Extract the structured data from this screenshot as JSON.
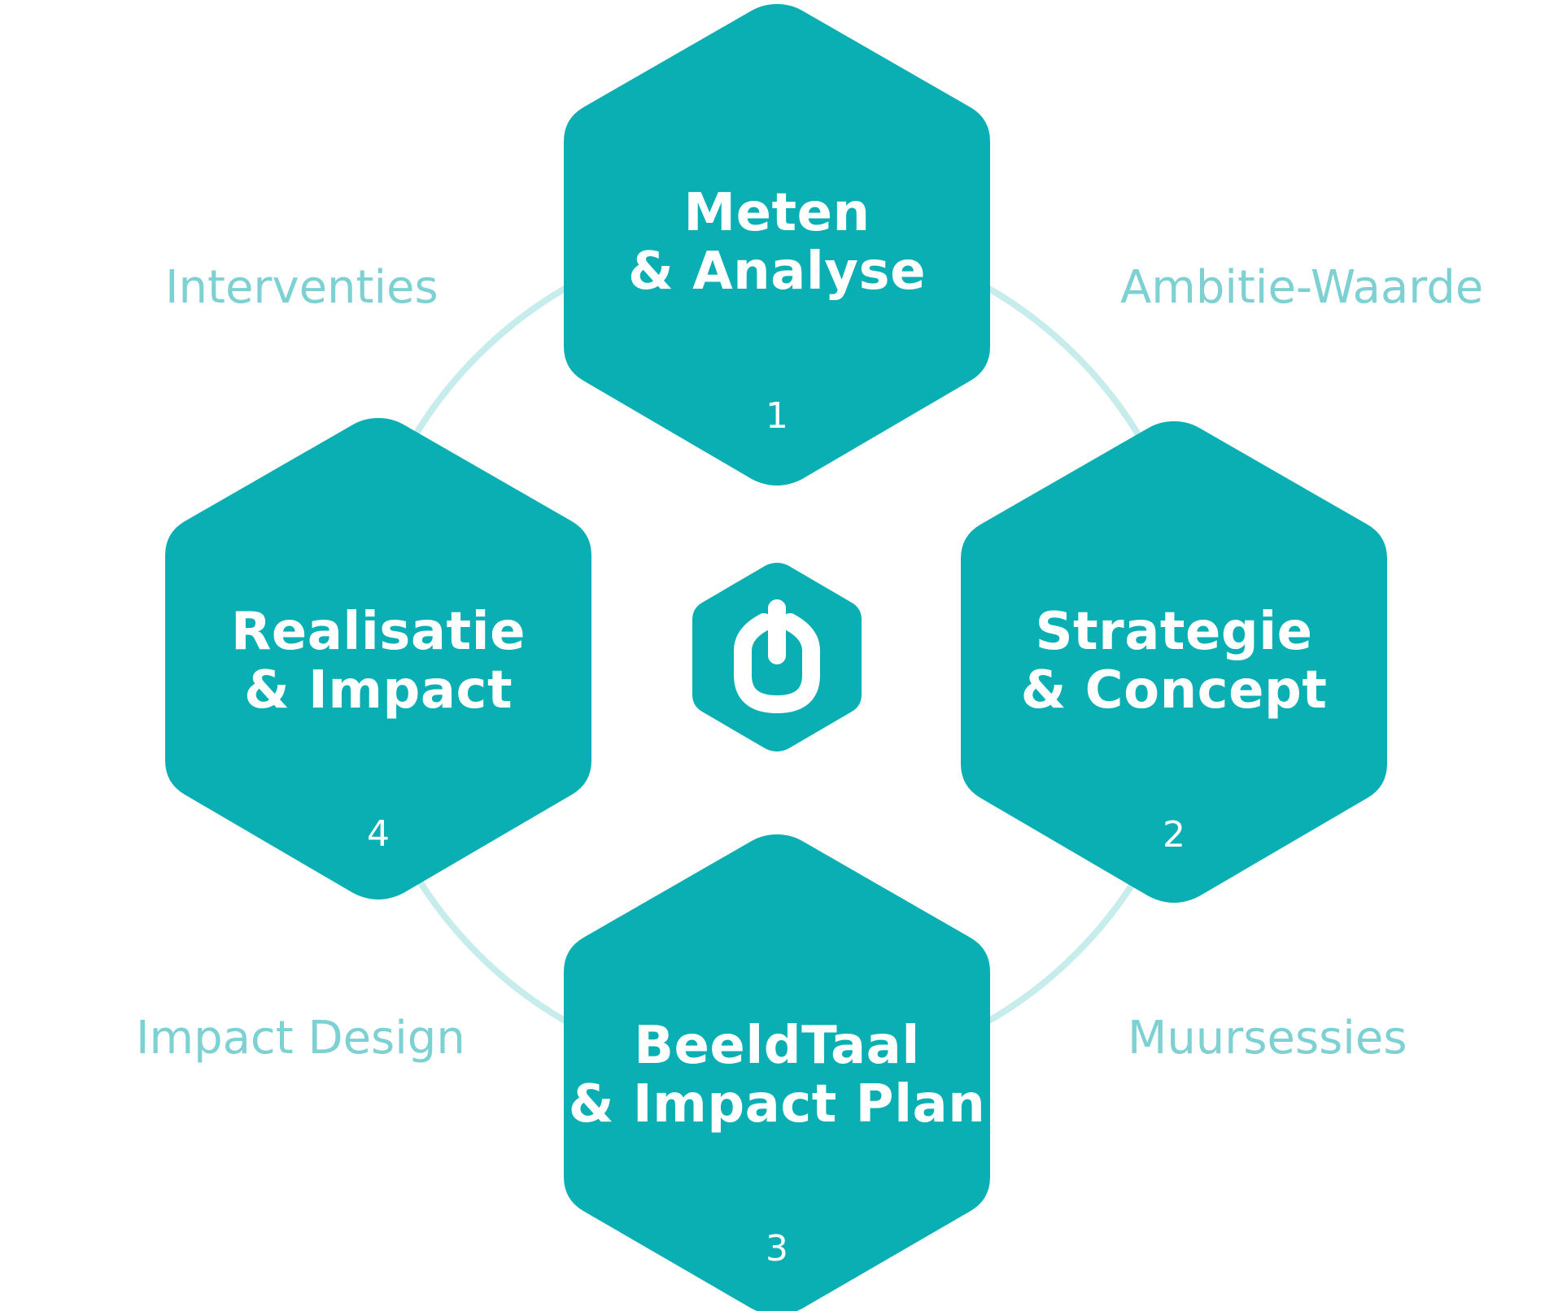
{
  "colors": {
    "hex_fill": "#0aafb3",
    "ring": "#c7ecec",
    "ring_label": "#7ed1d2",
    "node_text": "#ffffff",
    "logo_glyph": "#ffffff"
  },
  "steps": [
    {
      "title_line1": "Meten",
      "title_line2": "& Analyse",
      "number": "1"
    },
    {
      "title_line1": "Strategie",
      "title_line2": "& Concept",
      "number": "2"
    },
    {
      "title_line1": "BeeldTaal",
      "title_line2": "& Impact Plan",
      "number": "3"
    },
    {
      "title_line1": "Realisatie",
      "title_line2": "& Impact",
      "number": "4"
    }
  ],
  "ring_labels": {
    "top_left": "Interventies",
    "top_right": "Ambitie-Waarde",
    "bottom_right": "Muursessies",
    "bottom_left": "Impact Design"
  },
  "center_logo": {
    "icon": "power-button-icon"
  }
}
